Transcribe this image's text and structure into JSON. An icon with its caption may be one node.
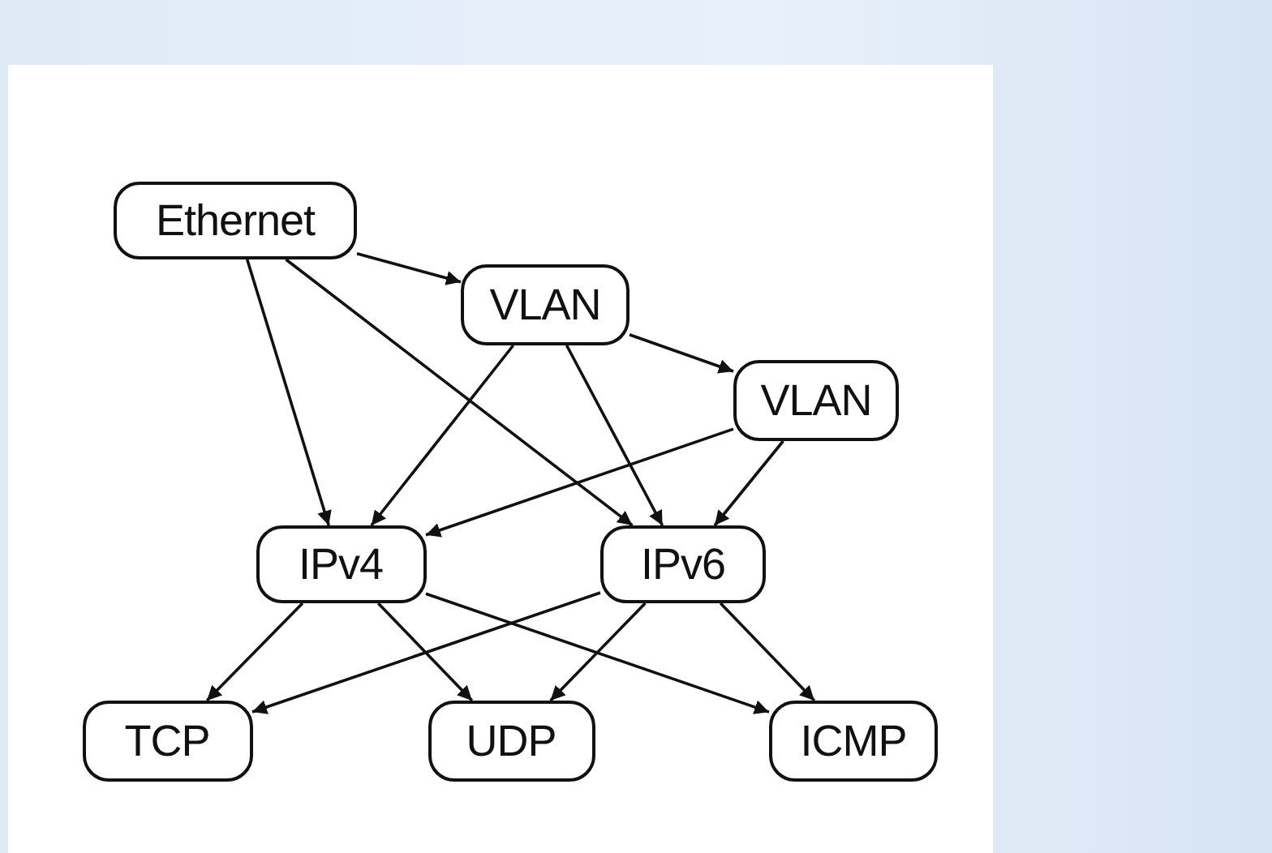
{
  "diagram": {
    "nodes": [
      {
        "text": [
          "Ethernet"
        ]
      },
      {
        "text": [
          "VLAN"
        ]
      },
      {
        "text": [
          "VLAN"
        ]
      },
      {
        "text": [
          "IPv4"
        ]
      },
      {
        "text": [
          "IPv6"
        ]
      },
      {
        "text": [
          "TCP"
        ]
      },
      {
        "text": [
          "UDP"
        ]
      },
      {
        "text": [
          "ICMP"
        ]
      }
    ],
    "edges": [
      {
        "from": 0,
        "to": 1,
        "arrow": "to"
      },
      {
        "from": 0,
        "to": 3,
        "arrow": "to"
      },
      {
        "from": 0,
        "to": 4,
        "arrow": "to"
      },
      {
        "from": 1,
        "to": 2,
        "arrow": "to"
      },
      {
        "from": 1,
        "to": 3,
        "arrow": "to"
      },
      {
        "from": 1,
        "to": 4,
        "arrow": "to"
      },
      {
        "from": 2,
        "to": 3,
        "arrow": "to"
      },
      {
        "from": 2,
        "to": 4,
        "arrow": "to"
      },
      {
        "from": 3,
        "to": 5,
        "arrow": "to"
      },
      {
        "from": 3,
        "to": 6,
        "arrow": "to"
      },
      {
        "from": 3,
        "to": 7,
        "arrow": "to"
      },
      {
        "from": 4,
        "to": 5,
        "arrow": "to"
      },
      {
        "from": 4,
        "to": 6,
        "arrow": "to"
      },
      {
        "from": 4,
        "to": 7,
        "arrow": "to"
      }
    ]
  }
}
